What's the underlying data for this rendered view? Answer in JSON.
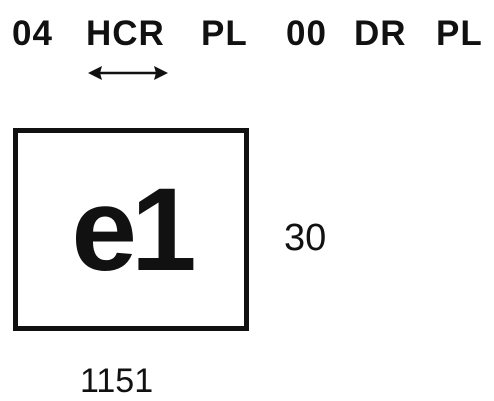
{
  "header": {
    "tokens": [
      "04",
      "HCR",
      "PL",
      "00",
      "DR",
      "PL"
    ]
  },
  "arrow": {
    "icon": "double-headed-arrow-icon"
  },
  "frame": {
    "label": "e1"
  },
  "side_number": "30",
  "bottom_number": "1151",
  "colors": {
    "ink": "#111111",
    "background": "#ffffff"
  }
}
